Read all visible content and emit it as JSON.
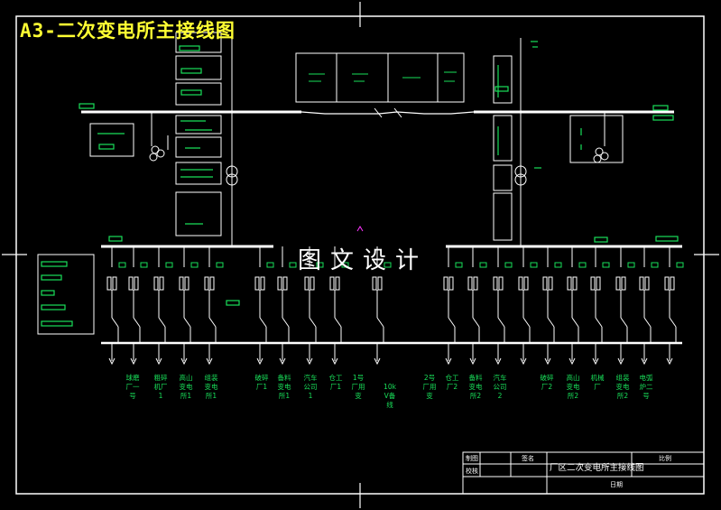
{
  "title": "A3-二次变电所主接线图",
  "watermark": "图文设计",
  "feeders": [
    "球磨厂一号",
    "粗碎机厂1",
    "高山变电所1",
    "组装变电所1",
    "破碎厂1",
    "备料变电所1",
    "汽车公司1",
    "仓工厂1",
    "1号厂用变",
    "10kV备线",
    "2号厂用变",
    "仓工厂2",
    "备料变电所2",
    "汽车公司2",
    "破碎厂2",
    "高山变电所2",
    "机械厂",
    "组装变电所2",
    "电弧炉二号"
  ],
  "title_block": {
    "drawn": "制图",
    "checked": "校核",
    "designer": "签名",
    "drawing_name": "厂区二次变电所主接线图",
    "scale": "比例",
    "date": "日期"
  },
  "colors": {
    "background": "#000000",
    "line": "#ffffff",
    "label_green": "#19e05a",
    "title_yellow": "#ffff33",
    "marker_magenta": "#ff33ff"
  }
}
